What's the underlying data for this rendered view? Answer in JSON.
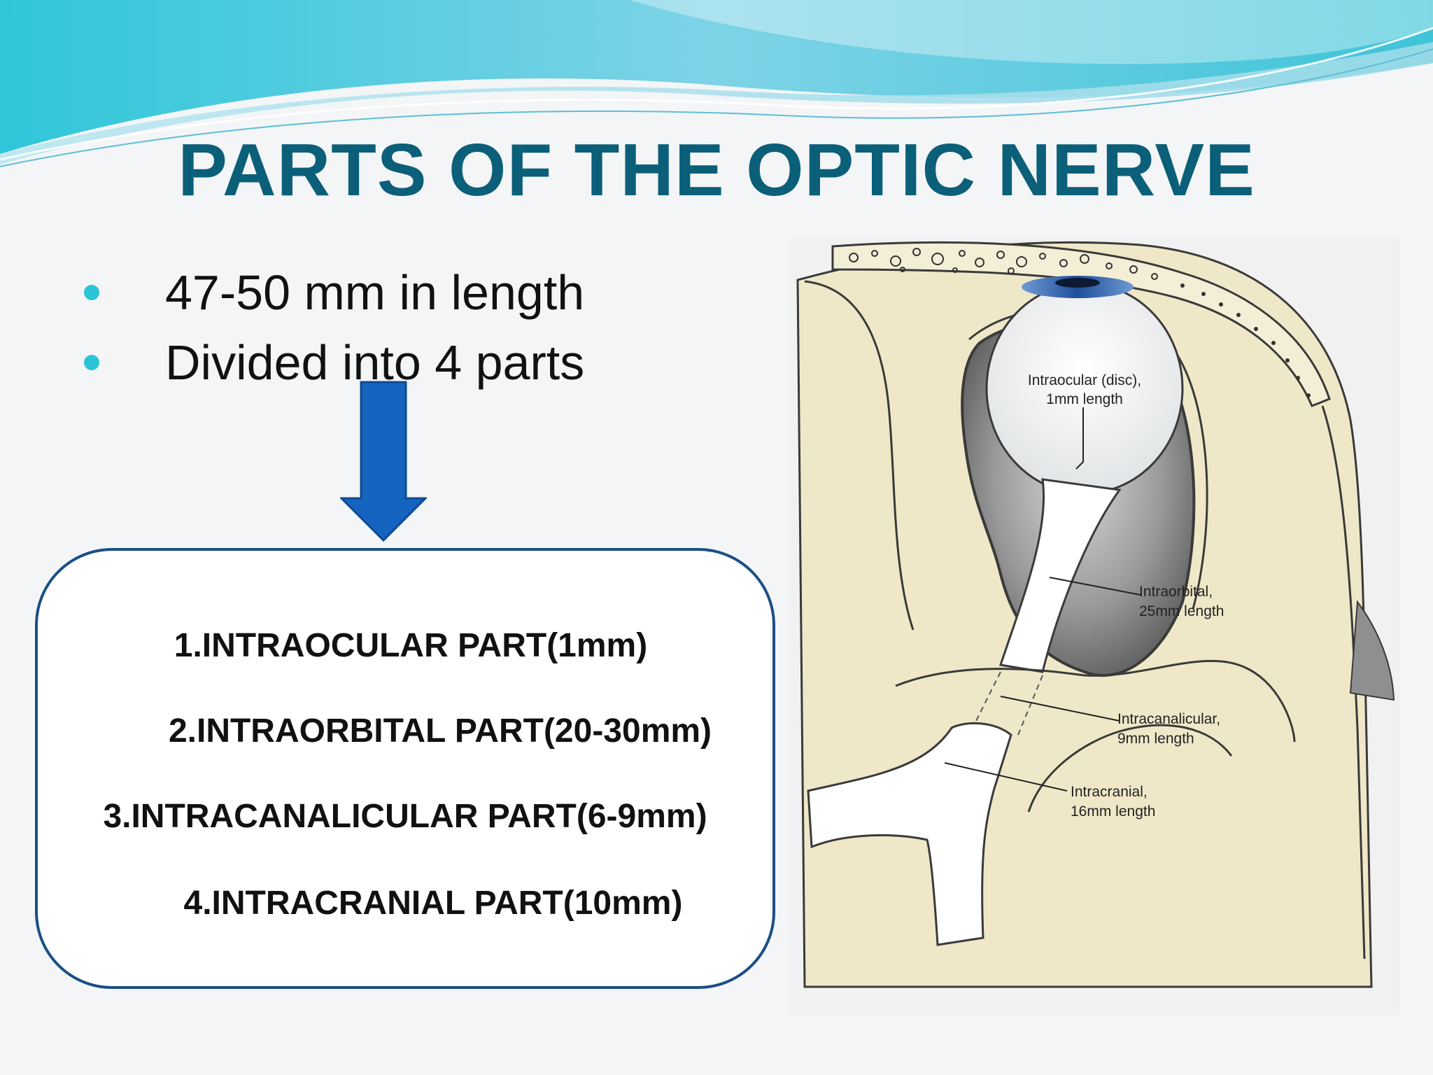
{
  "slide": {
    "title": "PARTS OF THE OPTIC NERVE"
  },
  "bullets": [
    {
      "text": "47-50 mm in length"
    },
    {
      "text": "Divided into 4 parts"
    }
  ],
  "parts": [
    {
      "text": "1.INTRAOCULAR PART(1mm)"
    },
    {
      "text": "2.INTRAORBITAL PART(20-30mm)"
    },
    {
      "text": "3.INTRACANALICULAR PART(6-9mm)"
    },
    {
      "text": "4.INTRACRANIAL PART(10mm)"
    }
  ],
  "figure": {
    "labels": {
      "intraocular": [
        "Intraocular (disc),",
        "1mm length"
      ],
      "intraorbital": [
        "Intraorbital,",
        "25mm length"
      ],
      "intracanalicular": [
        "Intracanalicular,",
        "9mm length"
      ],
      "intracranial": [
        "Intracranial,",
        "16mm length"
      ]
    }
  },
  "colors": {
    "title": "#0b5f78",
    "bullet": "#2bc4d6",
    "arrow": "#1565c0",
    "box_border": "#1a4f86",
    "bone": "#efe8c8"
  },
  "icons": {
    "bullet": "filled-circle",
    "arrow": "down-arrow"
  }
}
